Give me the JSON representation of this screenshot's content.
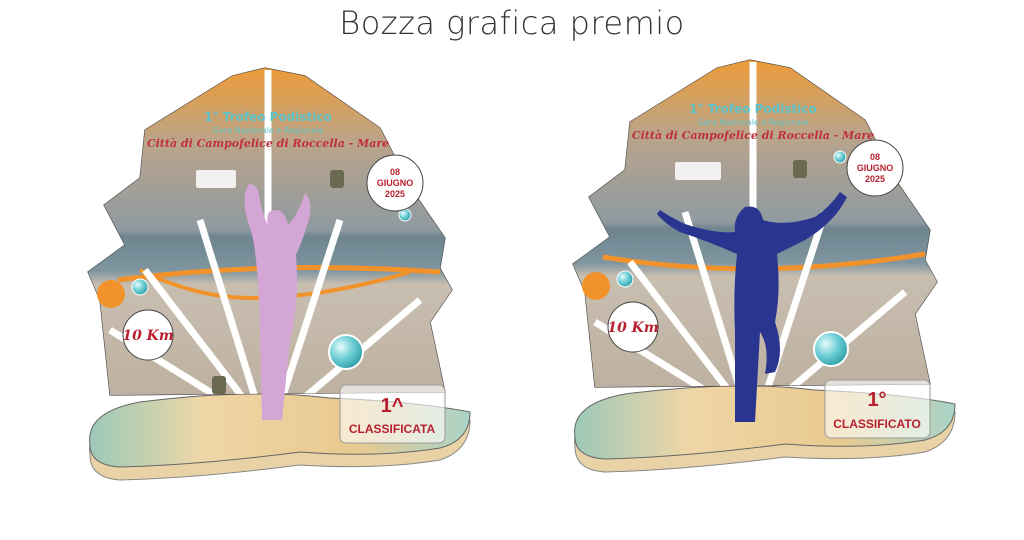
{
  "page_title": "Bozza grafica premio",
  "trophies": [
    {
      "title": "1° Trofeo Podistico",
      "subtitle": "Gara Nazionale e Regionale",
      "city": "Città di Campofelice di Roccella - Mare",
      "date_day": "08",
      "date_month": "GIUGNO",
      "date_year": "2025",
      "distance": "10 Km",
      "place_number": "1^",
      "place_label": "CLASSIFICATA",
      "runner_color": "#d4a6d6"
    },
    {
      "title": "1° Trofeo Podistico",
      "subtitle": "Gara Nazionale e Regionale",
      "city": "Città di Campofelice di Roccella - Mare",
      "date_day": "08",
      "date_month": "GIUGNO",
      "date_year": "2025",
      "distance": "10 Km",
      "place_number": "1°",
      "place_label": "CLASSIFICATO",
      "runner_color": "#2a3590"
    }
  ],
  "colors": {
    "accent_red": "#b8202e",
    "teal": "#5bc2c8",
    "orange": "#f2922a"
  }
}
